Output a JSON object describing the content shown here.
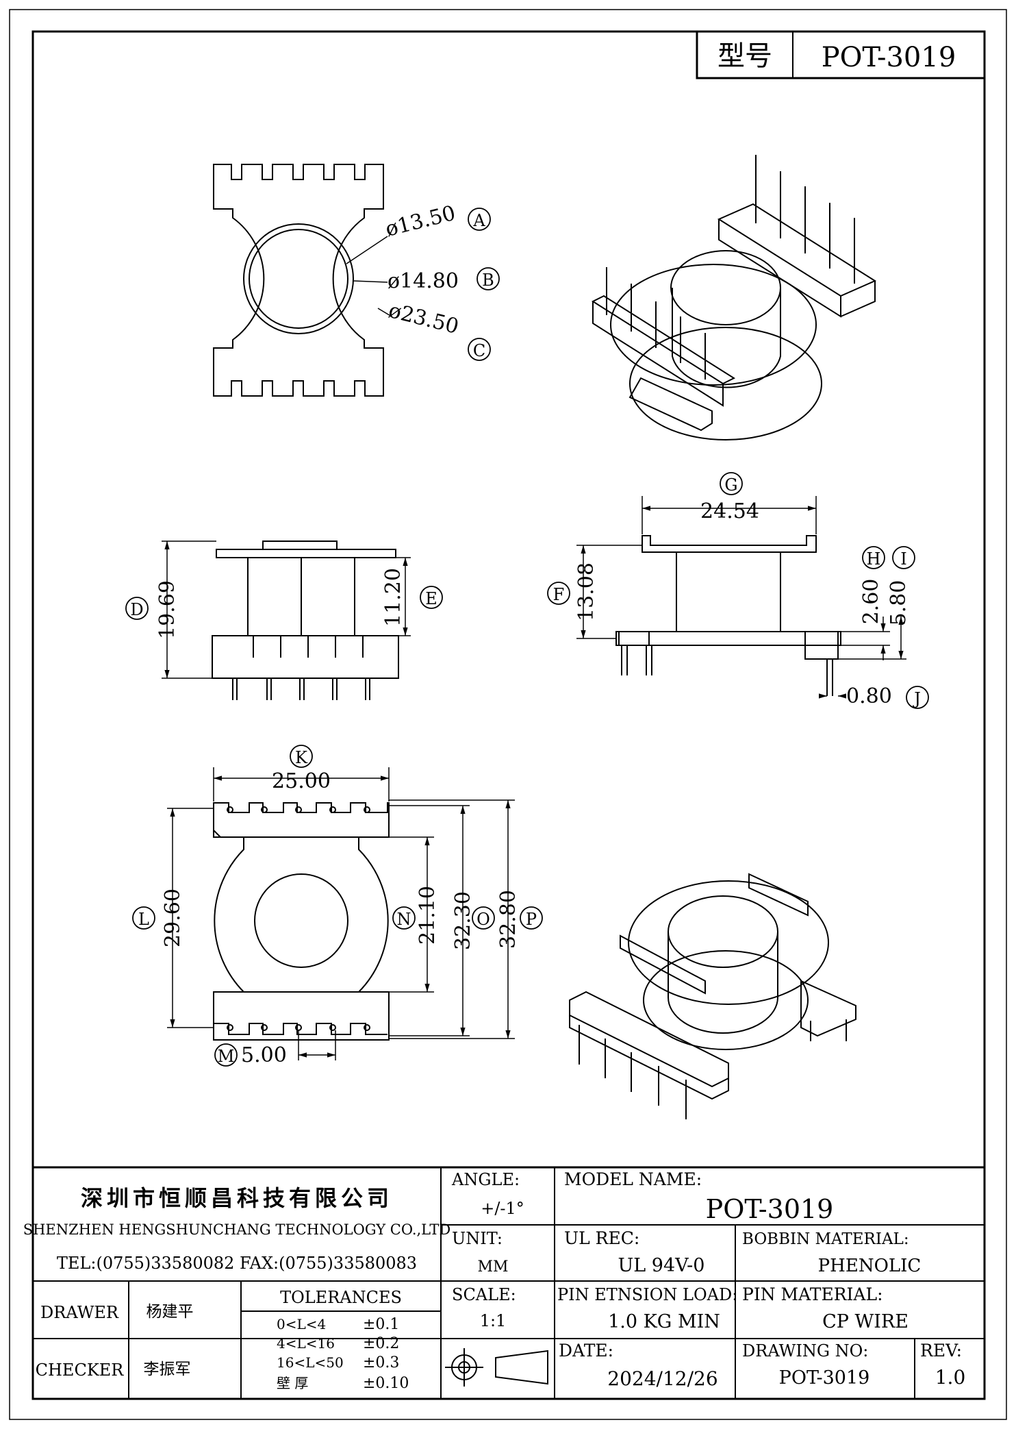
{
  "title_box": {
    "label": "型号",
    "value": "POT-3019"
  },
  "callouts": {
    "A": "A",
    "B": "B",
    "C": "C",
    "D": "D",
    "E": "E",
    "F": "F",
    "G": "G",
    "H": "H",
    "I": "I",
    "J": "J",
    "K": "K",
    "L": "L",
    "M": "M",
    "N": "N",
    "O": "O",
    "P": "P"
  },
  "dims": {
    "A": "ø13.50",
    "B": "ø14.80",
    "C": "ø23.50",
    "D": "19.69",
    "E": "11.20",
    "F": "13.08",
    "G": "24.54",
    "H": "2.60",
    "I": "5.80",
    "J": "0.80",
    "K": "25.00",
    "L": "29.60",
    "M": "5.00",
    "N": "21.10",
    "O": "32.30",
    "P": "32.80"
  },
  "company": {
    "name_cn": "深圳市恒顺昌科技有限公司",
    "name_en": "SHENZHEN HENGSHUNCHANG TECHNOLOGY CO.,LTD",
    "contact": "TEL:(0755)33580082 FAX:(0755)33580083"
  },
  "angle": {
    "label": "ANGLE:",
    "value": "+/-1°"
  },
  "unit": {
    "label": "UNIT:",
    "value": "MM"
  },
  "scale": {
    "label": "SCALE:",
    "value": "1:1"
  },
  "model": {
    "label": "MODEL NAME:",
    "value": "POT-3019"
  },
  "ul": {
    "label": "UL REC:",
    "value": "UL 94V-0"
  },
  "bobbin": {
    "label": "BOBBIN MATERIAL:",
    "value": "PHENOLIC"
  },
  "pin_load": {
    "label": "PIN ETNSION LOAD:",
    "value": "1.0 KG MIN"
  },
  "pin_material": {
    "label": "PIN MATERIAL:",
    "value": "CP WIRE"
  },
  "date": {
    "label": "DATE:",
    "value": "2024/12/26"
  },
  "drawing_no": {
    "label": "DRAWING NO:",
    "value": "POT-3019"
  },
  "rev": {
    "label": "REV:",
    "value": "1.0"
  },
  "drawer": {
    "label": "DRAWER",
    "value": "杨建平"
  },
  "checker": {
    "label": "CHECKER",
    "value": "李振军"
  },
  "tolerances": {
    "title": "TOLERANCES",
    "rows": [
      {
        "range": "0<L<4",
        "tol": "±0.1"
      },
      {
        "range": "4<L<16",
        "tol": "±0.2"
      },
      {
        "range": "16<L<50",
        "tol": "±0.3"
      },
      {
        "range": "壁  厚",
        "tol": "±0.10"
      }
    ]
  }
}
